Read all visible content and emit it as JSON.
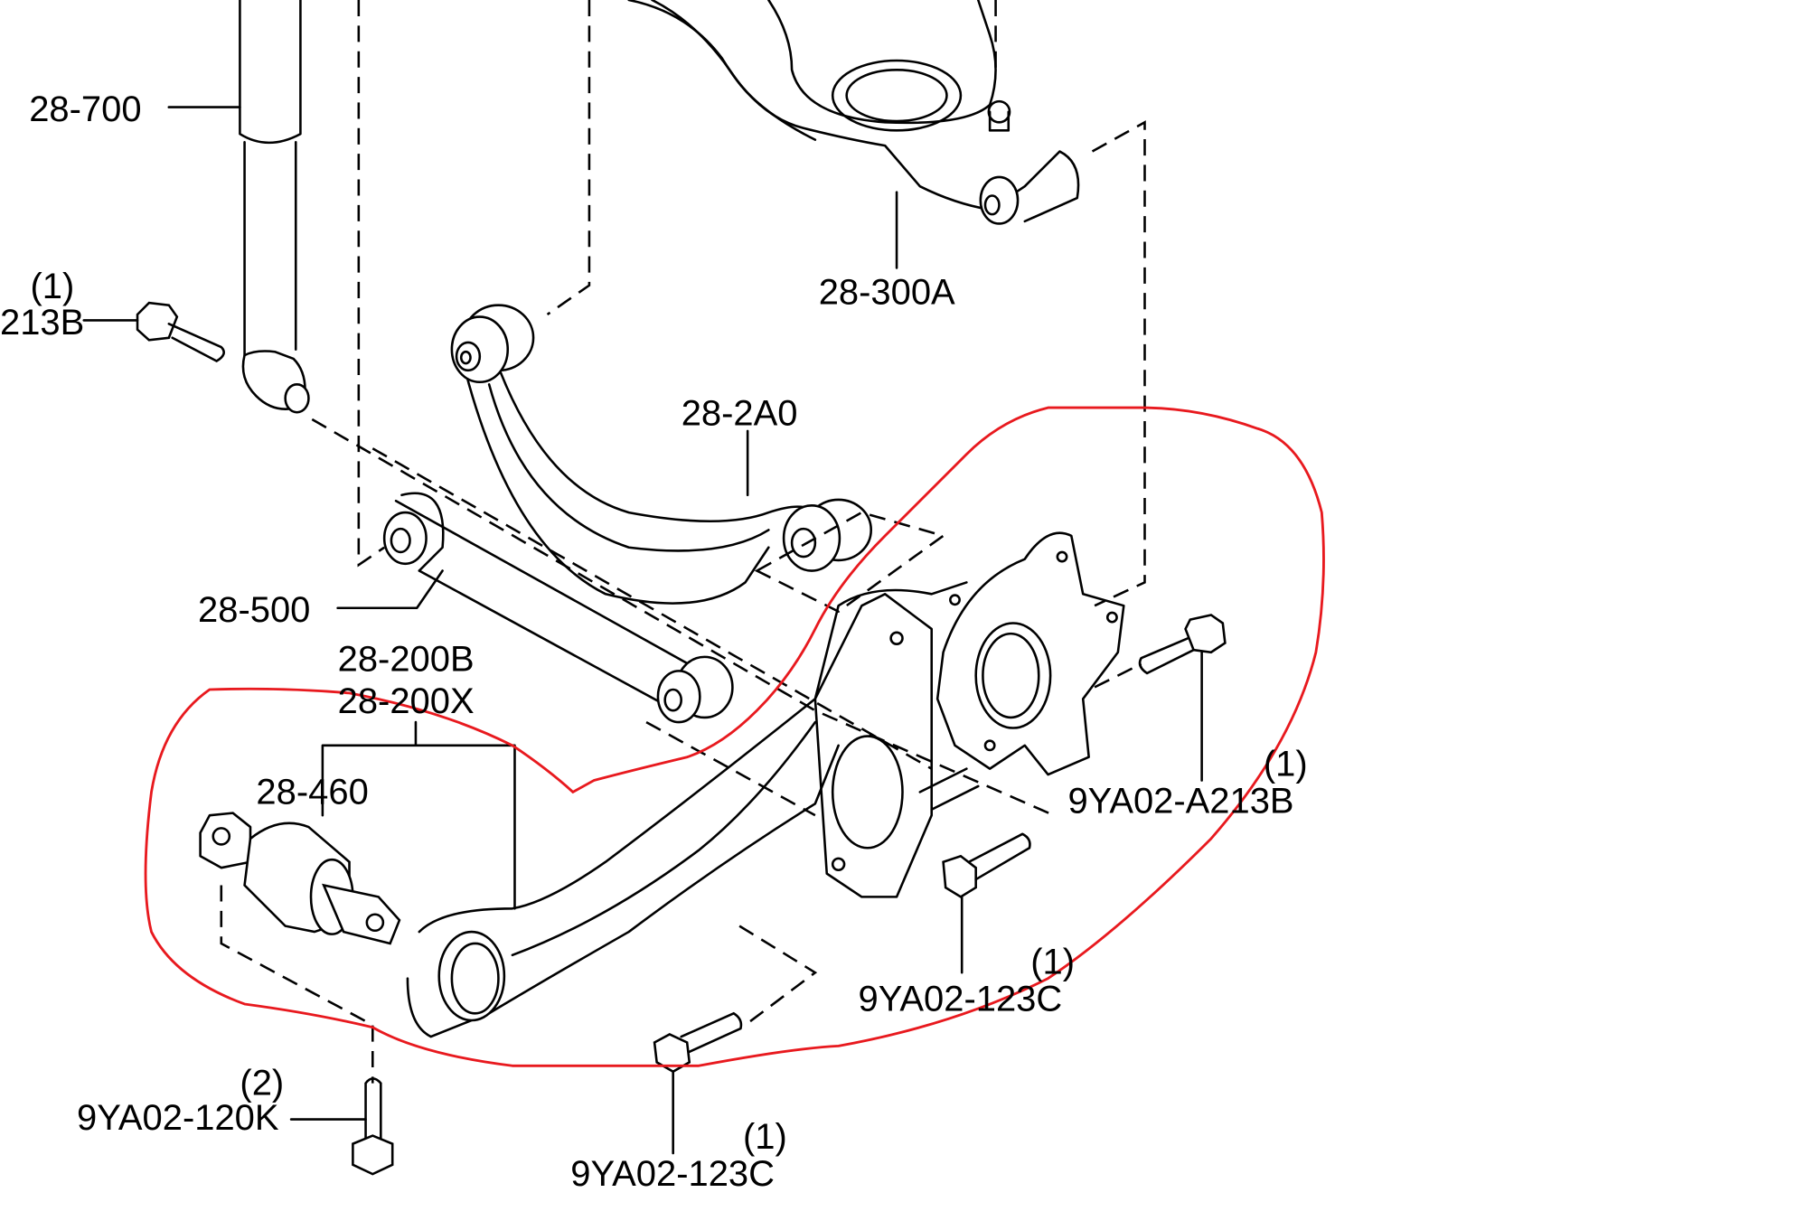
{
  "diagram": {
    "labels": {
      "p28_700": "28-700",
      "p213b_qty": "(1)",
      "p213b": "213B",
      "p28_300a": "28-300A",
      "p28_2a0": "28-2A0",
      "p28_500": "28-500",
      "p28_200b": "28-200B",
      "p28_200x": "28-200X",
      "p28_460": "28-460",
      "a213b_qty": "(1)",
      "a213b": "9YA02-A213B",
      "b123c_qty": "(1)",
      "b123c": "9YA02-123C",
      "k120_qty": "(2)",
      "k120": "9YA02-120K",
      "c123c_qty": "(1)",
      "c123c": "9YA02-123C"
    },
    "highlight_color": "#e8191e"
  }
}
